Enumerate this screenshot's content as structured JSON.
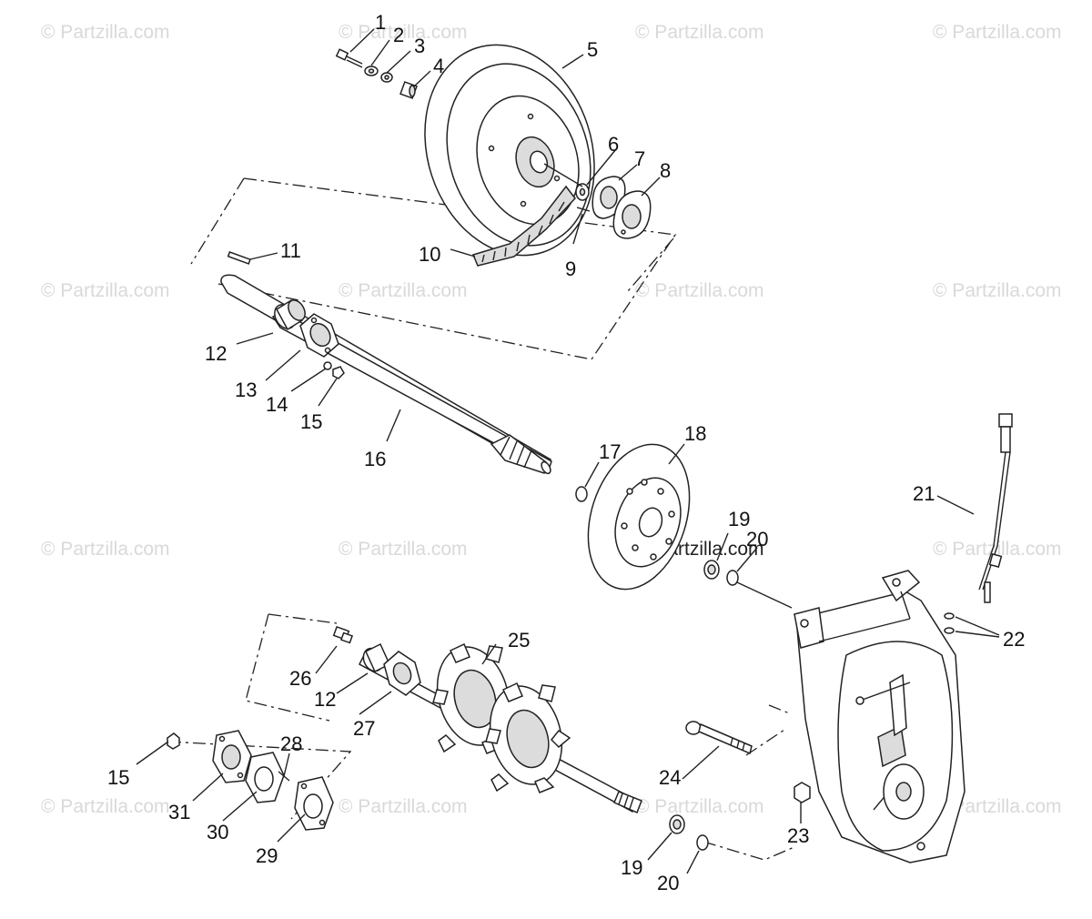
{
  "watermark": {
    "text": "© Partzilla.com"
  },
  "callouts": [
    {
      "id": "1",
      "label": "1"
    },
    {
      "id": "2",
      "label": "2"
    },
    {
      "id": "3",
      "label": "3"
    },
    {
      "id": "4",
      "label": "4"
    },
    {
      "id": "5",
      "label": "5"
    },
    {
      "id": "6",
      "label": "6"
    },
    {
      "id": "7",
      "label": "7"
    },
    {
      "id": "8",
      "label": "8"
    },
    {
      "id": "9",
      "label": "9"
    },
    {
      "id": "10",
      "label": "10"
    },
    {
      "id": "11",
      "label": "11"
    },
    {
      "id": "12a",
      "label": "12"
    },
    {
      "id": "13",
      "label": "13"
    },
    {
      "id": "14",
      "label": "14"
    },
    {
      "id": "15a",
      "label": "15"
    },
    {
      "id": "16",
      "label": "16"
    },
    {
      "id": "17",
      "label": "17"
    },
    {
      "id": "18",
      "label": "18"
    },
    {
      "id": "19a",
      "label": "19"
    },
    {
      "id": "20a",
      "label": "20"
    },
    {
      "id": "21",
      "label": "21"
    },
    {
      "id": "22",
      "label": "22"
    },
    {
      "id": "23",
      "label": "23"
    },
    {
      "id": "24",
      "label": "24"
    },
    {
      "id": "25",
      "label": "25"
    },
    {
      "id": "26",
      "label": "26"
    },
    {
      "id": "12b",
      "label": "12"
    },
    {
      "id": "27",
      "label": "27"
    },
    {
      "id": "28",
      "label": "28"
    },
    {
      "id": "15b",
      "label": "15"
    },
    {
      "id": "31",
      "label": "31"
    },
    {
      "id": "30",
      "label": "30"
    },
    {
      "id": "29",
      "label": "29"
    },
    {
      "id": "19b",
      "label": "19"
    },
    {
      "id": "20b",
      "label": "20"
    }
  ]
}
